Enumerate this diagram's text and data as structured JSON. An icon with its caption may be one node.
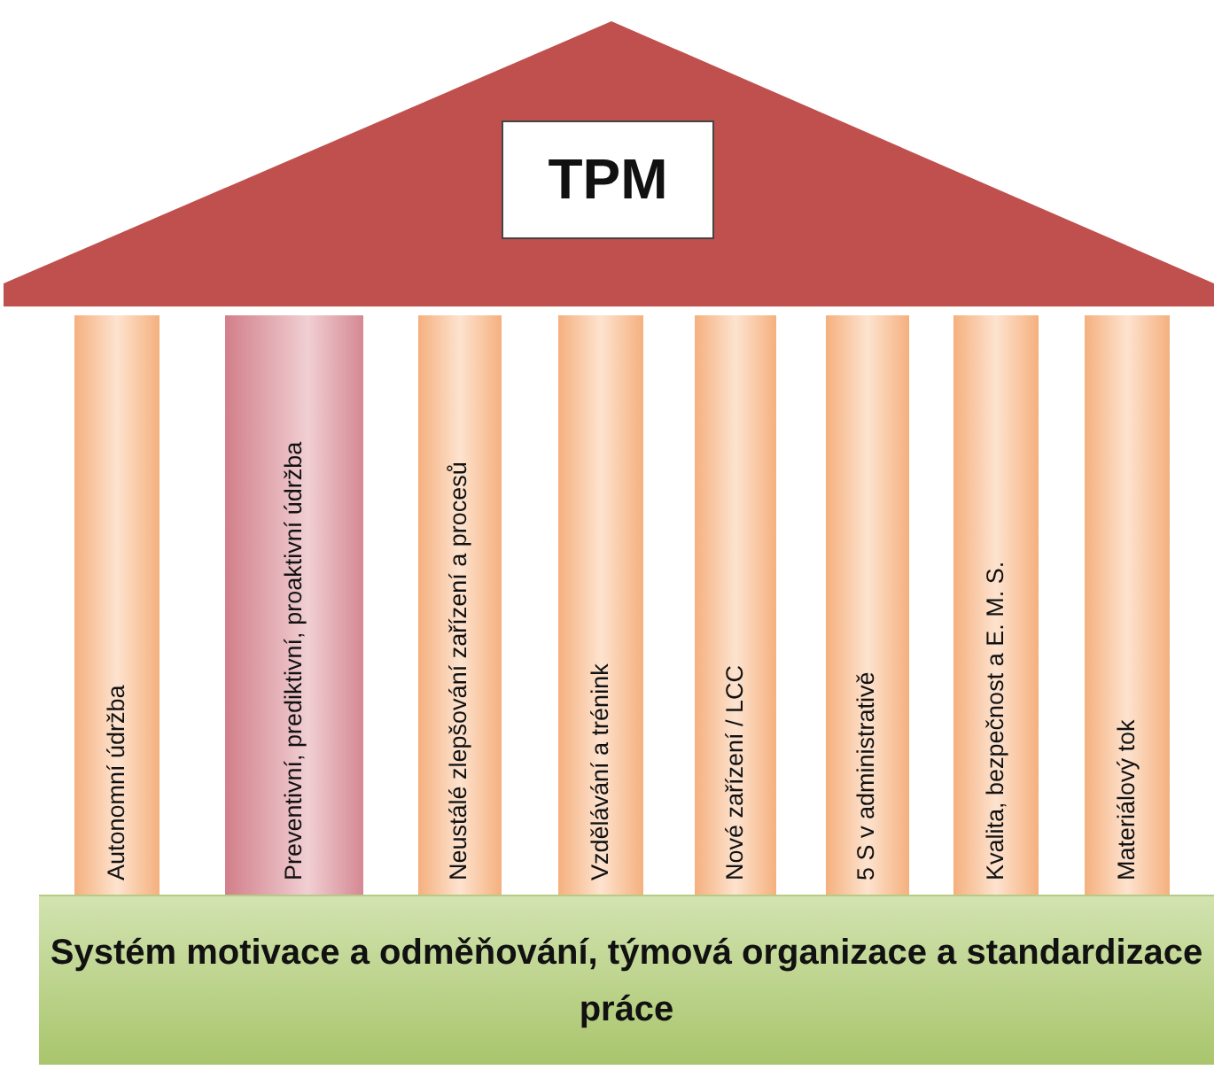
{
  "diagram": {
    "nodes": [
      {
        "text": [
          "TPM"
        ]
      },
      {
        "text": [
          "Autonomní údržba"
        ]
      },
      {
        "text": [
          "Preventivní, prediktivní, proaktivní údržba"
        ]
      },
      {
        "text": [
          "Neustálé zlepšování zařízení a procesů"
        ]
      },
      {
        "text": [
          "Vzdělávání a trénink"
        ]
      },
      {
        "text": [
          "Nové zařízení / LCC"
        ]
      },
      {
        "text": [
          "5 S v administrativě"
        ]
      },
      {
        "text": [
          "Kvalita, bezpečnost a E. M. S."
        ]
      },
      {
        "text": [
          "Materiálový tok"
        ]
      },
      {
        "text": [
          "Systém motivace a odměňování, týmová organizace a standardizace práce"
        ]
      }
    ]
  }
}
